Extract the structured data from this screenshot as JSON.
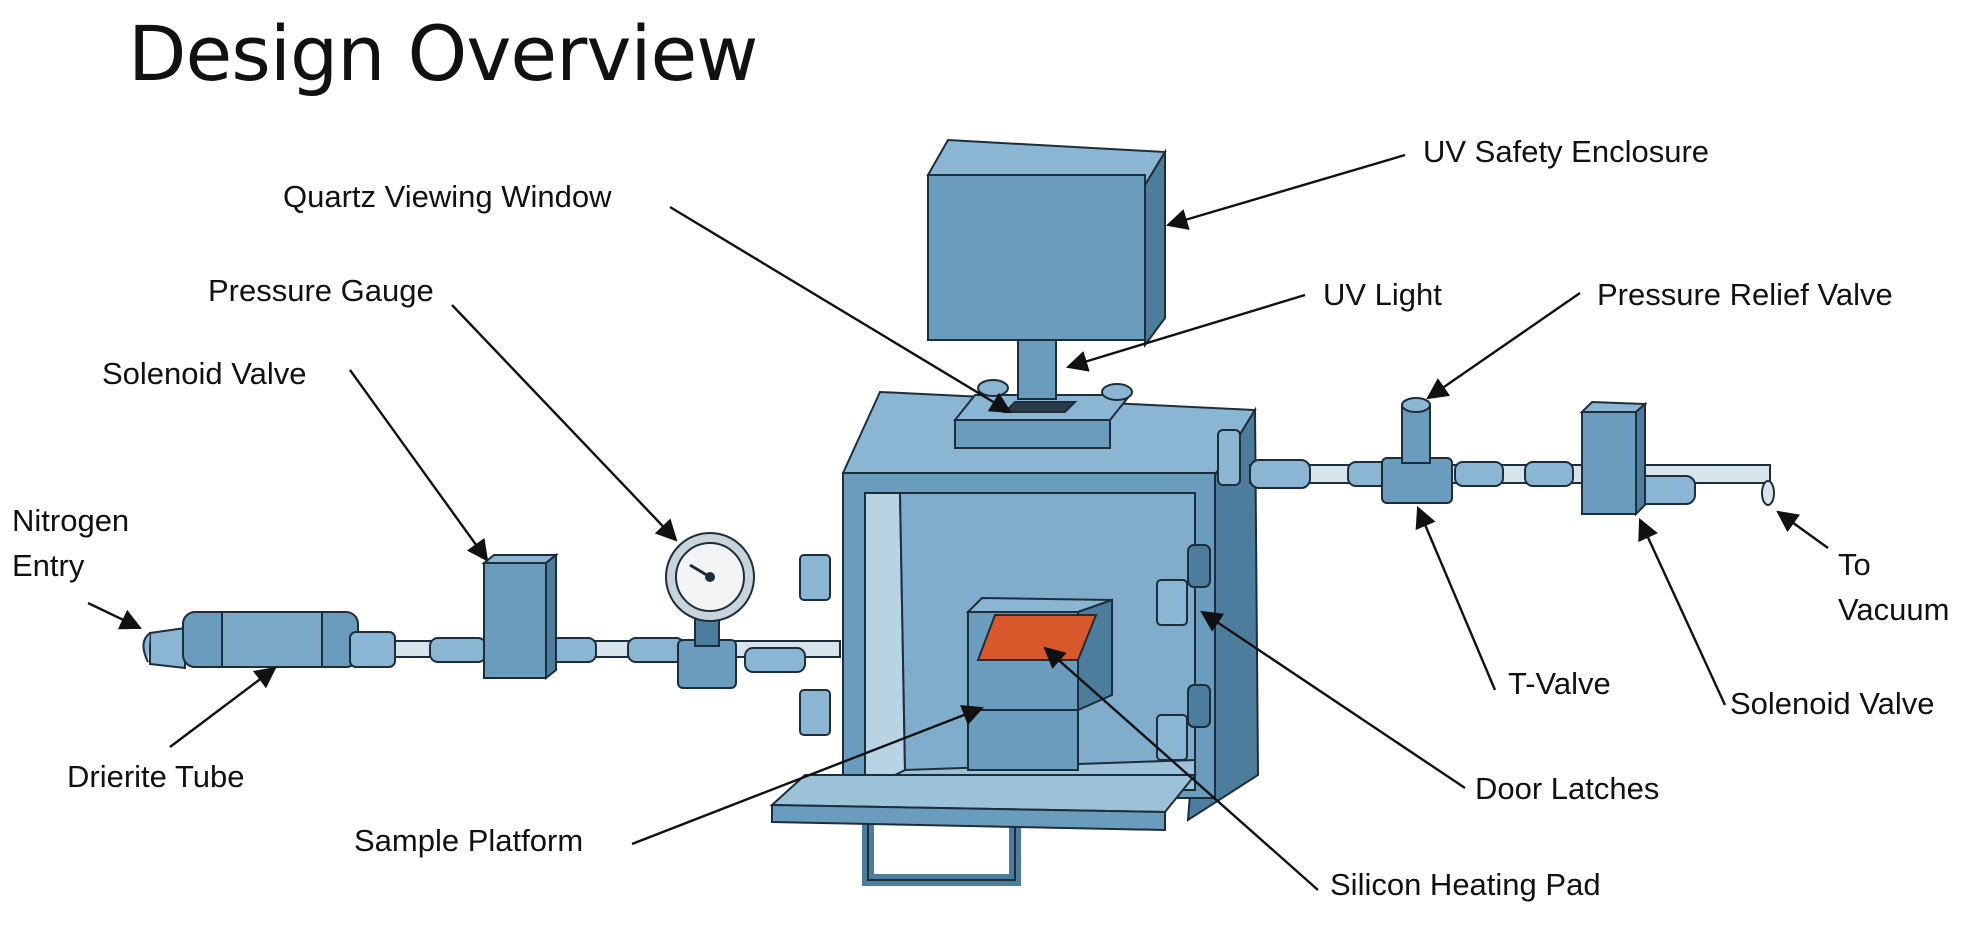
{
  "title": "Design Overview",
  "labels": {
    "uv_safety_enclosure": "UV Safety Enclosure",
    "quartz_viewing_window": "Quartz Viewing Window",
    "uv_light": "UV Light",
    "pressure_relief_valve": "Pressure Relief Valve",
    "pressure_gauge": "Pressure Gauge",
    "solenoid_valve_left": "Solenoid Valve",
    "nitrogen_entry_line1": "Nitrogen",
    "nitrogen_entry_line2": "Entry",
    "to_vacuum_line1": "To",
    "to_vacuum_line2": "Vacuum",
    "t_valve": "T-Valve",
    "solenoid_valve_right": "Solenoid Valve",
    "drierite_tube": "Drierite Tube",
    "door_latches": "Door Latches",
    "sample_platform": "Sample Platform",
    "silicon_heating_pad": "Silicon Heating Pad"
  },
  "colors": {
    "part_fill": "#6a9cbd",
    "part_light": "#8ab6d3",
    "part_dark": "#4d7d9c",
    "outline": "#1e2d3a",
    "heating_pad": "#d9582b",
    "text": "#111111"
  }
}
